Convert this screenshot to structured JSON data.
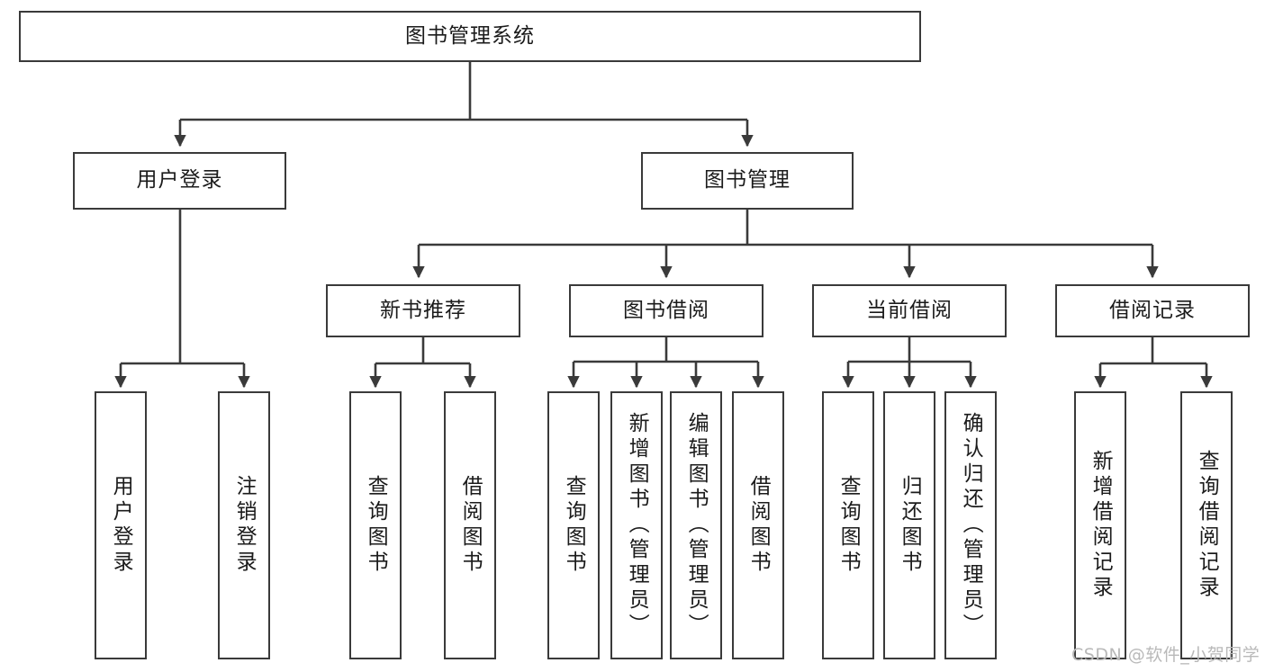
{
  "diagram": {
    "title_node": {
      "label": "图书管理系统"
    },
    "level2": [
      {
        "id": "user-login",
        "label": "用户登录"
      },
      {
        "id": "book-management",
        "label": "图书管理"
      }
    ],
    "level3": [
      {
        "id": "new-book-recommend",
        "label": "新书推荐"
      },
      {
        "id": "book-borrow",
        "label": "图书借阅"
      },
      {
        "id": "current-borrow",
        "label": "当前借阅"
      },
      {
        "id": "borrow-record",
        "label": "借阅记录"
      }
    ],
    "leaves": {
      "user_login": [
        {
          "id": "leaf-user-login",
          "label": "用户登录"
        },
        {
          "id": "leaf-logout-login",
          "label": "注销登录"
        }
      ],
      "new_book_recommend": [
        {
          "id": "leaf-query-book-1",
          "label": "查询图书"
        },
        {
          "id": "leaf-borrow-book-1",
          "label": "借阅图书"
        }
      ],
      "book_borrow": [
        {
          "id": "leaf-query-book-2",
          "label": "查询图书"
        },
        {
          "id": "leaf-add-book",
          "label": "新增图书（管理员）"
        },
        {
          "id": "leaf-edit-book",
          "label": "编辑图书（管理员）"
        },
        {
          "id": "leaf-borrow-book-2",
          "label": "借阅图书"
        }
      ],
      "current_borrow": [
        {
          "id": "leaf-query-book-3",
          "label": "查询图书"
        },
        {
          "id": "leaf-return-book",
          "label": "归还图书"
        },
        {
          "id": "leaf-confirm-return",
          "label": "确认归还（管理员）"
        }
      ],
      "borrow_record": [
        {
          "id": "leaf-add-record",
          "label": "新增借阅记录"
        },
        {
          "id": "leaf-query-record",
          "label": "查询借阅记录"
        }
      ]
    },
    "watermark": {
      "text": "CSDN @软件_小贺同学"
    },
    "colors": {
      "border": "#3a3a3a",
      "text": "#1b1b1b",
      "background": "#ffffff",
      "watermark": "#b9b9b9"
    }
  }
}
